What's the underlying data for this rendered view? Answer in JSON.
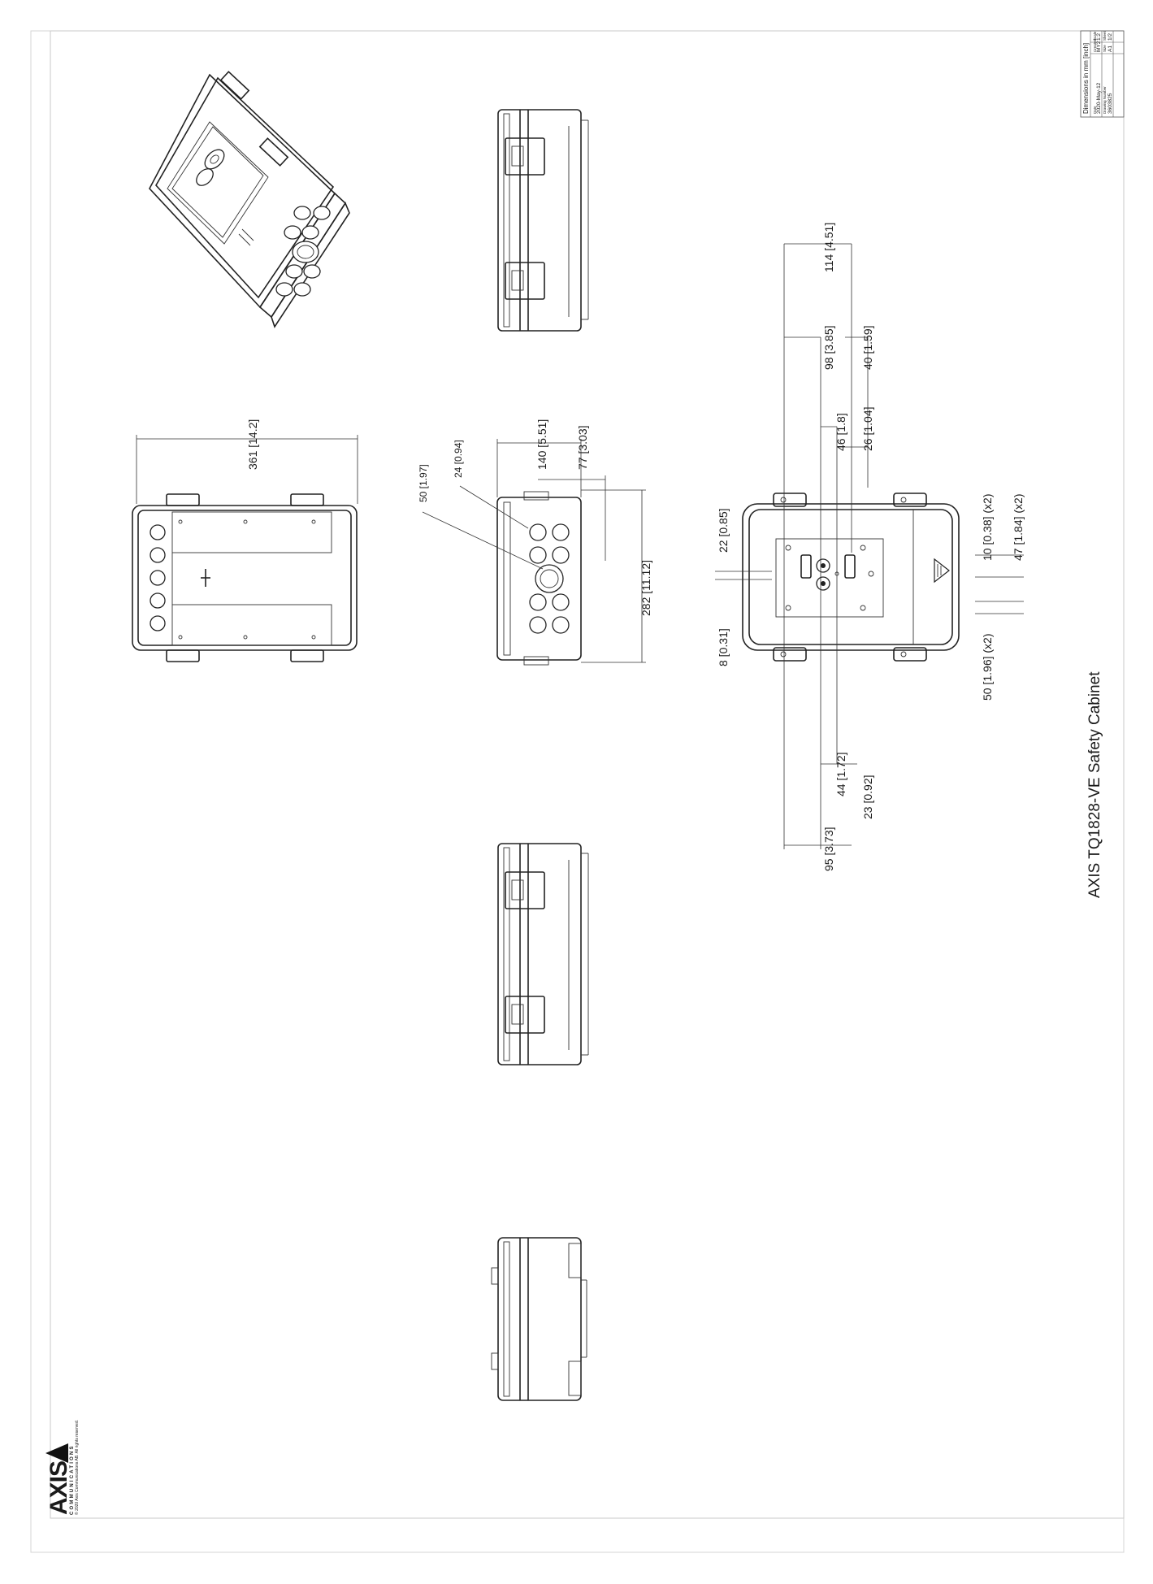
{
  "title": "AXIS TQ1828-VE Safety Cabinet",
  "title_block": {
    "heading": "Dimensions in mm [inch]",
    "date_label": "Date",
    "date": "2020-May-12",
    "creator_label": "Created",
    "creator": "MY2",
    "scale_label": "Scale",
    "scale": "1:2",
    "drawing_label": "Drawing Number",
    "drawing_number": "3603825",
    "size_label": "Size",
    "size": "A1",
    "sheet_label": "Sheet",
    "sheet": "1/2"
  },
  "logo": {
    "brand": "AXIS",
    "tagline": "COMMUNICATIONS",
    "copyright": "© 2020 Axis Communications AB. All rights reserved."
  },
  "dimensions": {
    "width_361": "361  [14.2]",
    "dia_50": "50 [1.97]",
    "dia_24": "24 [0.94]",
    "d_140": "140  [5.51]",
    "d_77": "77  [3.03]",
    "d_282": "282  [11.12]",
    "d_114": "114  [4.51]",
    "d_98": "98  [3.85]",
    "d_40": "40  [1.59]",
    "d_46": "46  [1.8]",
    "d_26": "26  [1.04]",
    "d_22": "22  [0.85]",
    "d_8": "8  [0.31]",
    "d_10": "10  [0.38] (x2)",
    "d_47": "47  [1.84] (x2)",
    "d_50": "50  [1.96] (x2)",
    "d_44": "44  [1.72]",
    "d_23": "23  [0.92]",
    "d_95": "95  [3.73]"
  }
}
